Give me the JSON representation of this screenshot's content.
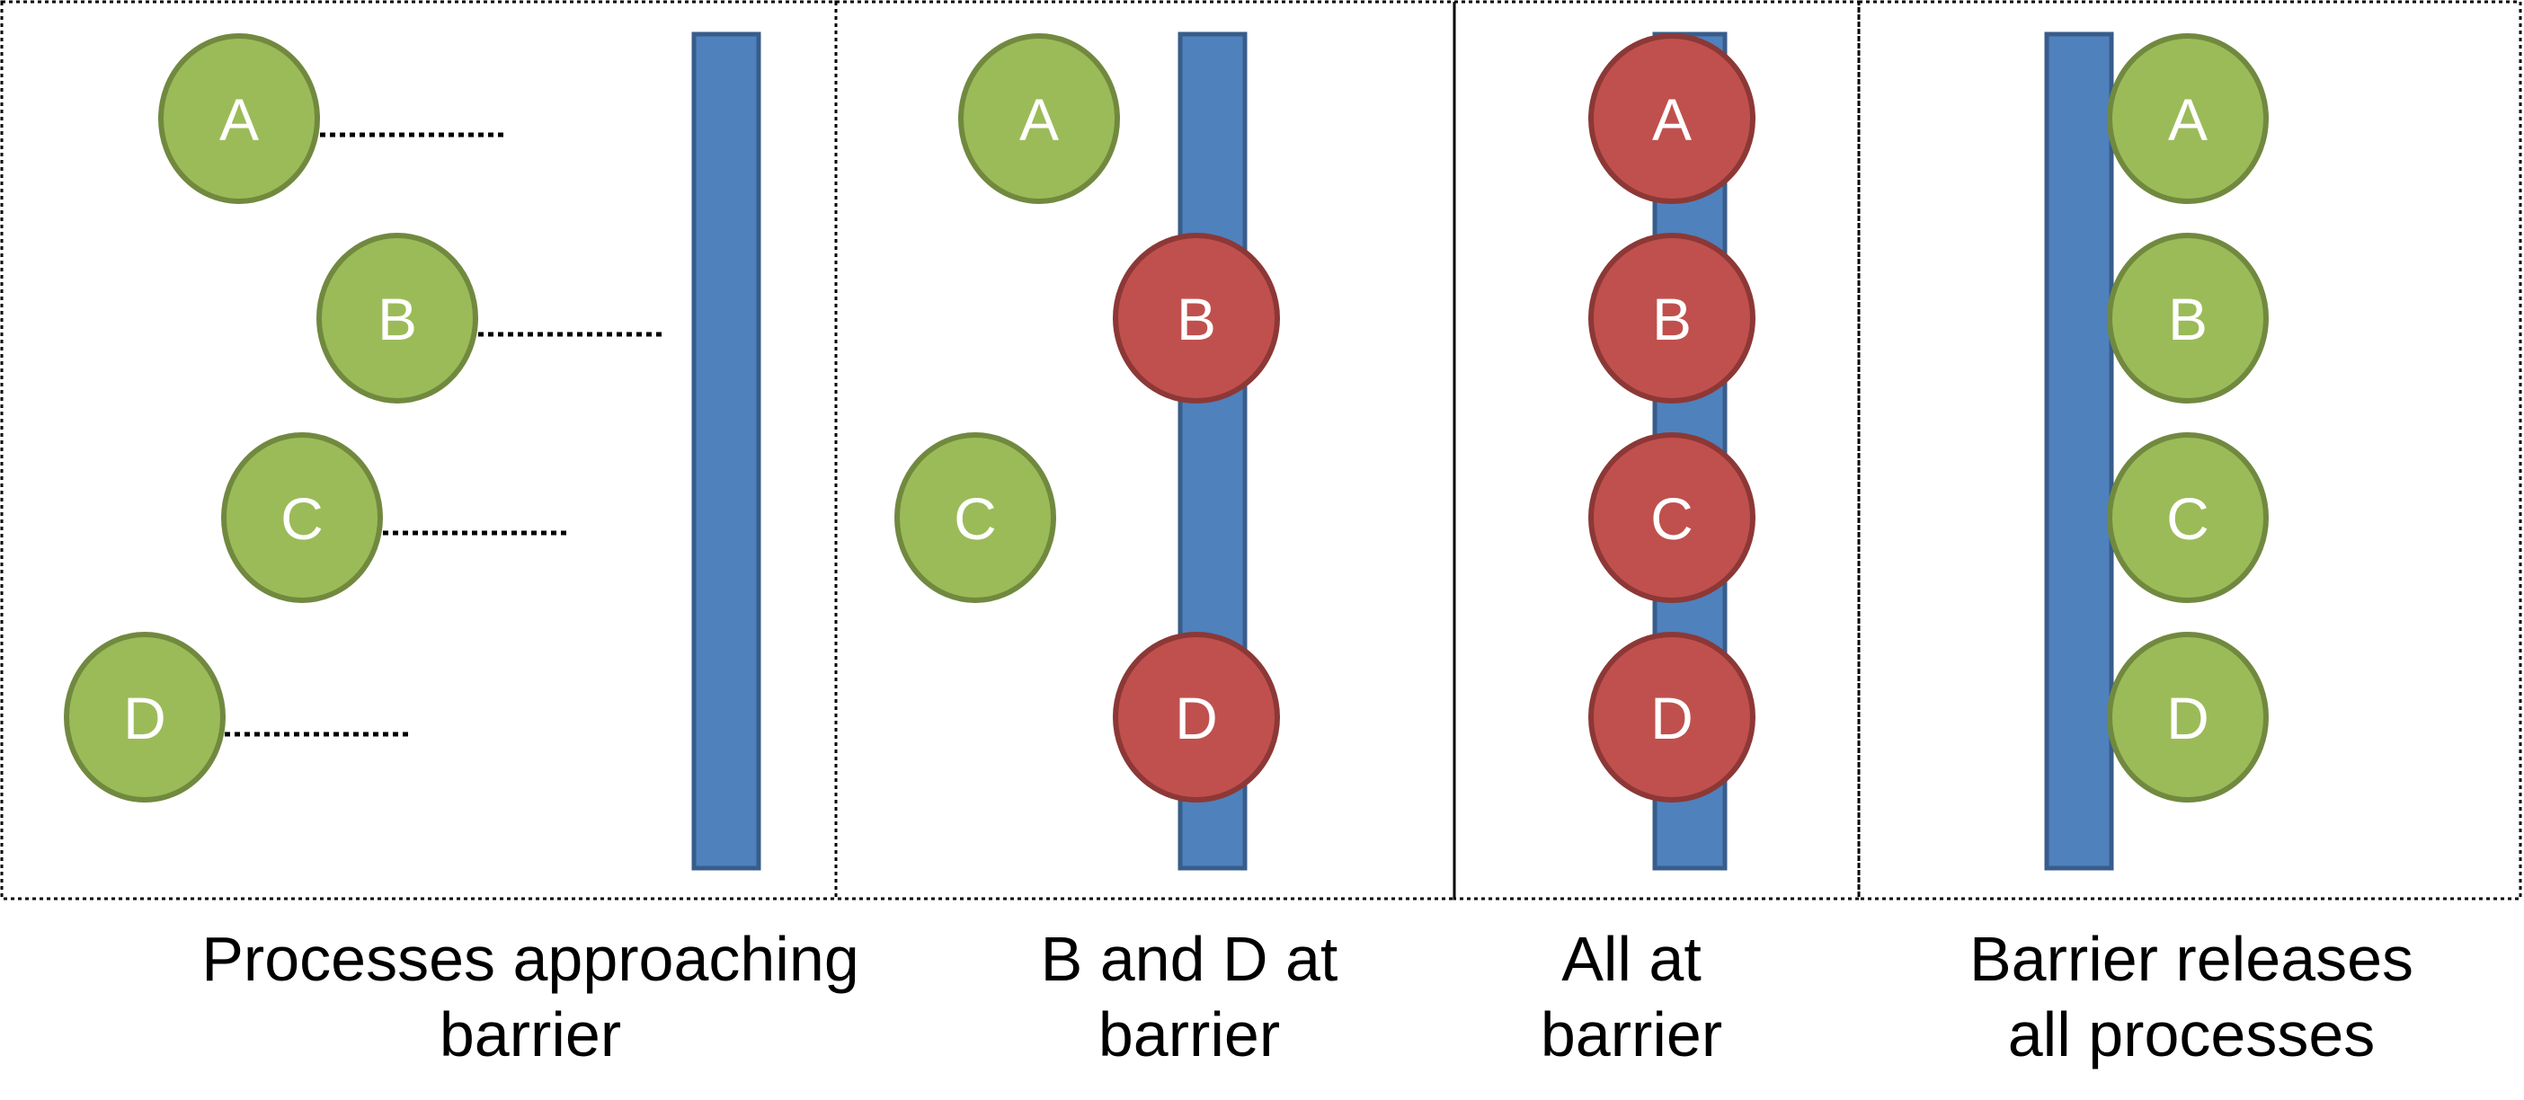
{
  "colors": {
    "waiting_fill": "#9BBB59",
    "waiting_stroke": "#71893F",
    "blocked_fill": "#C0504D",
    "blocked_stroke": "#8C3836",
    "barrier_fill": "#4F81BD",
    "barrier_stroke": "#385D8A",
    "label": "#FFFFFF"
  },
  "panels": [
    {
      "id": "approaching",
      "caption_lines": [
        "Processes approaching",
        "barrier"
      ],
      "processes": [
        {
          "label": "A",
          "state": "waiting"
        },
        {
          "label": "B",
          "state": "waiting"
        },
        {
          "label": "C",
          "state": "waiting"
        },
        {
          "label": "D",
          "state": "waiting"
        }
      ]
    },
    {
      "id": "b-and-d",
      "caption_lines": [
        "B and D at",
        "barrier"
      ],
      "processes": [
        {
          "label": "A",
          "state": "waiting"
        },
        {
          "label": "B",
          "state": "blocked"
        },
        {
          "label": "C",
          "state": "waiting"
        },
        {
          "label": "D",
          "state": "blocked"
        }
      ]
    },
    {
      "id": "all-at",
      "caption_lines": [
        "All at",
        "barrier"
      ],
      "processes": [
        {
          "label": "A",
          "state": "blocked"
        },
        {
          "label": "B",
          "state": "blocked"
        },
        {
          "label": "C",
          "state": "blocked"
        },
        {
          "label": "D",
          "state": "blocked"
        }
      ]
    },
    {
      "id": "released",
      "caption_lines": [
        "Barrier releases",
        "all processes"
      ],
      "processes": [
        {
          "label": "A",
          "state": "waiting"
        },
        {
          "label": "B",
          "state": "waiting"
        },
        {
          "label": "C",
          "state": "waiting"
        },
        {
          "label": "D",
          "state": "waiting"
        }
      ]
    }
  ]
}
